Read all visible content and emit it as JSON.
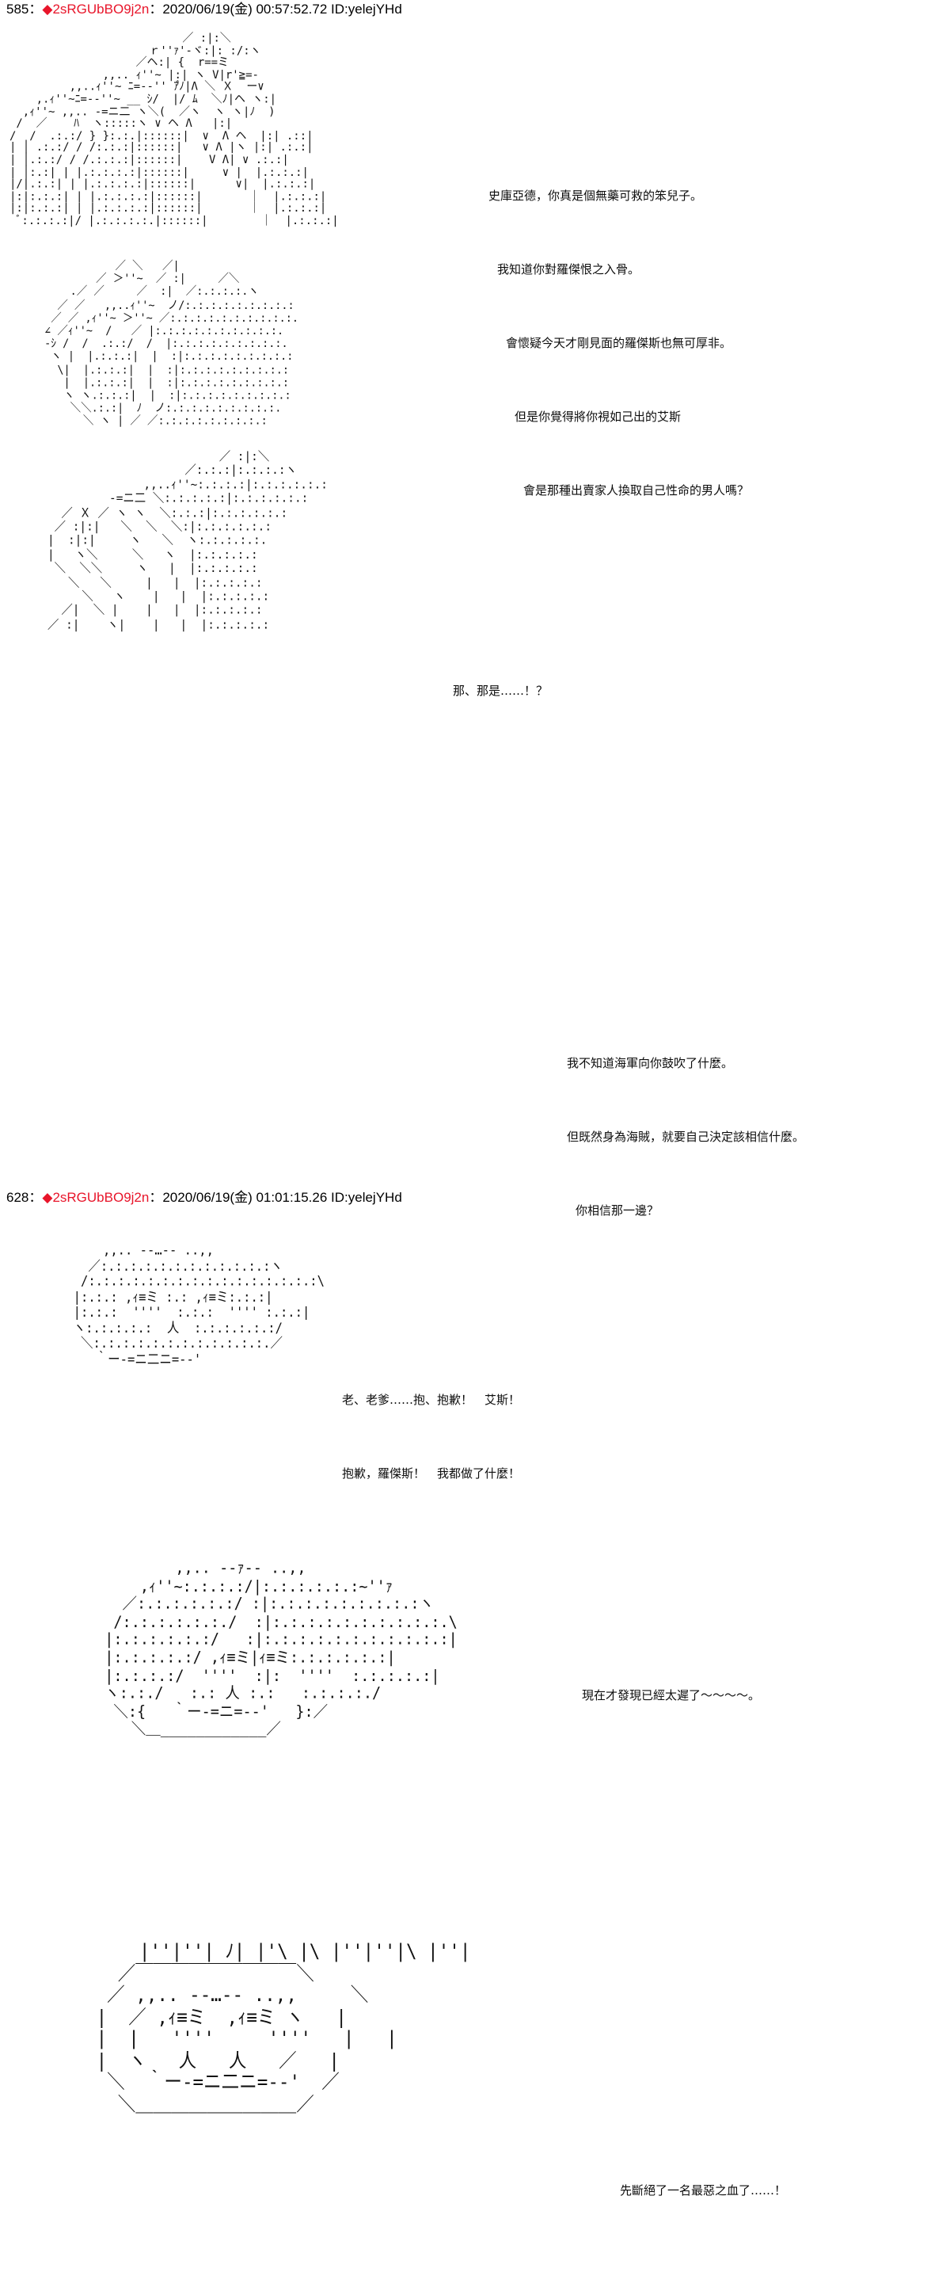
{
  "board": {
    "background_color": "#ffffff",
    "text_color": "#000000",
    "tripcode_color": "#e8152a"
  },
  "posts": [
    {
      "number": "585",
      "separator": "：",
      "diamond": "◆",
      "tripcode": "2sRGUbBO9j2n",
      "date": "2020/06/19(金) 00:57:52.72",
      "id_label": "ID:yelejYHd",
      "header_full": "585 ： ◆2sRGUbBO9j2n ： 2020/06/19(金) 00:57:52.72 ID:yelejYHd",
      "blocks": [
        {
          "name": "garp-portrait",
          "dialog": [
            "史庫亞德，你真是個無藥可救的笨兒子。",
            "我知道你對羅傑恨之入骨。",
            "會懷疑今天才剛見面的羅傑斯也無可厚非。",
            "但是你覺得將你視如己出的艾斯",
            "會是那種出賣家人換取自己性命的男人嗎？"
          ]
        },
        {
          "name": "squard-shocked",
          "dialog": [
            "那、那是……！？"
          ]
        },
        {
          "name": "whitebeard-falling",
          "dialog": [
            "我不知道海軍向你鼓吹了什麼。",
            "但既然身為海賊，就要自己決定該相信什麼。",
            "你相信那一邊？"
          ]
        }
      ]
    },
    {
      "number": "628",
      "separator": "：",
      "diamond": "◆",
      "tripcode": "2sRGUbBO9j2n",
      "date": "2020/06/19(金) 01:01:15.26",
      "id_label": "ID:yelejYHd",
      "header_full": "628 ： ◆2sRGUbBO9j2n ： 2020/06/19(金) 01:01:15.26 ID:yelejYHd",
      "blocks": [
        {
          "name": "squard-crying",
          "dialog": [
            "老、老爹……抱、抱歉！　艾斯！",
            "抱歉，羅傑斯！　我都做了什麼！"
          ]
        },
        {
          "name": "akainu-magma",
          "dialog": [
            "現在才發現已經太遲了～～～～。"
          ]
        },
        {
          "name": "akainu-closeup",
          "dialog": [
            "先斷絕了一名最惡之血了……！"
          ]
        }
      ]
    }
  ],
  "art": {
    "garp_portrait": "                          ／ :|:＼\n                     ｒ''ｧ'-ヾ:|: :/:ヽ\n                   ／ヘ:| {  r==ミ\n              ,,.. ｨ''~ |:| ヽ V|r'≧=-\n         ,,..ｨ''~ ﾆ=-‐'' ｱ゙ﾉ|Λ ＼ Ｘ  ー∨\n    ,.ｨ''~ﾆ=-‐''~ __ ｼ/  |/ ﾑ  ＼ﾉ|ヘ ヽ:|\n  ,ｨ''~ ,,.. -=ニ二 ヽ＼(  ／ヽ  ヽ ヽ|ﾉ  )\n /  ／    ﾊ  ヽ:::::ヽ ∨ ヘ Λ   |:|\n/  /  .:.:/ } }:.:.|::::::|  ∨  Λ ヘ  |:| .::|\n| │ .:.:/ / /:.:.:|::::::|   ∨ Λ |ヽ |:| .:.:|\n| │.:.:/ / /.:.:.:|::::::|    V Λ| ∨ .:.:|\n| │:.:| | |.:.:.:.:|::::::|     ∨ |  |.:.:.:|\n|/|.:.:| | |.:.:.:.:|::::::|      ∨|  |.:.:.:|\n|:|:.:.:| | |.:.:.:.:|::::::|       ｜  |.:.:.:|\n|:|:.:.:| | |.:.:.:.:|::::::|       ｜  |.:.:.:|\n ﾞ:.:.:.:|/ |.:.:.:.:.|::::::|        ｜  |.:.:.:|",
    "squard_shocked": "            ／ ＼   ／|\n         ／ ＞''~  ／ :|     ／＼\n     .／ ／     ／  :|  ／:.:.:.:.ヽ\n   ／ ／   ,,..ｨ''~  ノ/:.:.:.:.:.:.:.:.:\n  ／ ／ ,ｨ''~ ＞''~ ／:.:.:.:.:.:.:.:.:.:.\n ∠ ／ｨ''~  /   ／ |:.:.:.:.:.:.:.:.:.:.\n -ｼ /  /  .:.:/  /  |:.:.:.:.:.:.:.:.:.\n  ヽ |  |.:.:.:|  |  :|:.:.:.:.:.:.:.:.:\n   \\|  |.:.:.:|  |  :|:.:.:.:.:.:.:.:.:\n    |  |.:.:.:|  |  :|:.:.:.:.:.:.:.:.:\n    ヽ ヽ.:.:.:|  |  :|:.:.:.:.:.:.:.:.:\n     ＼＼.:.:|  ﾉ  ノ:.:.:.:.:.:.:.:.:.\n       ＼ ヽ | ／ ／:.:.:.:.:.:.:.:.:",
    "whitebeard_falling": "                         ／ :|:＼\n                    ／:.:.:|:.:.:.:ヽ\n              ,,..ｨ''~:.:.:.:|:.:.:.:.:.:\n         -=ニ二 ＼:.:.:.:.:|:.:.:.:.:.:\n  ／ Ｘ ／ ヽ ヽ  ＼:.:.:|:.:.:.:.:.:\n ／ :|:|   ＼  ＼  ＼:|:.:.:.:.:.:\n|  :|:|     ヽ   ＼  ヽ:.:.:.:.:.\n|   ヽ＼     ＼   ヽ  |:.:.:.:.:\n ＼  ＼＼     ヽ   |  |:.:.:.:.:\n   ＼   ＼     |   |  |:.:.:.:.:\n     ＼   ヽ    |   |  |:.:.:.:.:\n  ／|  ＼ |    |   |  |:.:.:.:.:\n／ :|    ヽ|    |   |  |:.:.:.:.:",
    "squard_crying": "      ,,.. -‐…‐- ..,,\n    ／:.:.:.:.:.:.:.:.:.:.:.:ヽ\n   /:.:.:.:.:.:.:.:.:.:.:.:.:.:.:.:\\\n  |:.:.: ,ｨ≡ミ :.: ,ｨ≡ミ:.:.:|\n  |:.:.:  ''''  :.:.:  '''' :.:.:|\n  ヽ:.:.:.:.:  人  :.:.:.:.:.:/\n   ＼:.:.:.:.:.:.:.:.:.:.:.:.／\n     ｀ー-=ニ二ニ=-‐'",
    "akainu_magma": "          ,,.. -‐ｧ‐- ..,,\n      ,ｨ''~:.:.:.:/|:.:.:.:.:.:~''ｧ\n    ／:.:.:.:.:.:/ :|:.:.:.:.:.:.:.:.:ヽ\n   /:.:.:.:.:.:./  :|:.:.:.:.:.:.:.:.:.:.\\\n  |:.:.:.:.:.:/   :|:.:.:.:.:.:.:.:.:.:.:|\n  |:.:.:.:.:/ ,ｨ≡ミ|ｨ≡ミ:.:.:.:.:.:|\n  |:.:.:.:/  ''''  :|:  ''''  :.:.:.:.:|\n  ヽ:.:./   :.: 人 :.:   :.:.:.:./\n   ＼:{   ｀ー-=ニ=-‐'   }:／\n     ＼＿____________／",
    "akainu_closeup": "     |''|''| ﾉ| |'\\ |\\ |''|''|\\ |''|\n   ／￣￣￣￣￣￣￣￣￣＼\n  ／ ,,.. -‐…‐- ..,,     ＼\n |  ／ ,ｨ≡ミ  ,ｨ≡ミ ヽ   |\n |  |   ''''     ''''   |   |\n |  ヽ   人   人   ／   |\n  ＼  ｀ー-=ニ二ニ=-‐'  ／\n   ＼＿＿＿＿＿＿＿＿＿／"
  }
}
